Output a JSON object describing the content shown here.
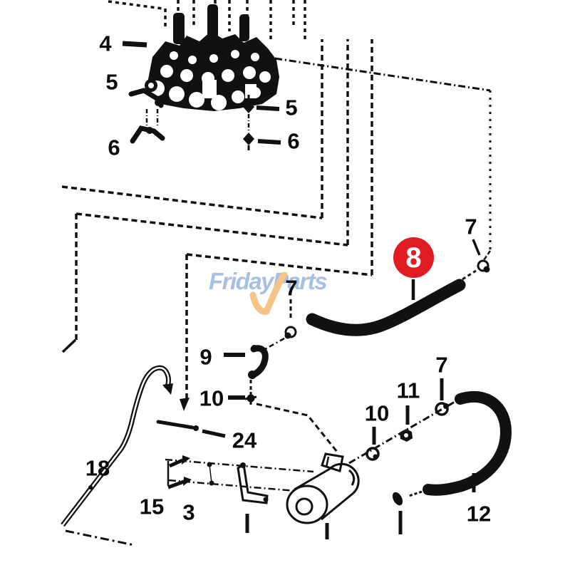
{
  "diagram_type": "exploded-parts-diagram",
  "watermark": {
    "brand_left": "Friday",
    "brand_right": "Parts",
    "check_icon": "orange-check-swoosh"
  },
  "badge": {
    "number": "8"
  },
  "labels": {
    "l4": "4",
    "l5a": "5",
    "l6a": "6",
    "l5b": "5",
    "l6b": "6",
    "l7a": "7",
    "l7b": "7",
    "l7c": "7",
    "l9": "9",
    "l10a": "10",
    "l10b": "10",
    "l11": "11",
    "l12": "12",
    "l15": "15",
    "l18": "18",
    "l24": "24",
    "l3": "3"
  },
  "colors": {
    "accent-red": "#e01b22",
    "wm-blue": "#6f9bd1",
    "wm-orange": "#f2a33c",
    "line": "#111111"
  }
}
